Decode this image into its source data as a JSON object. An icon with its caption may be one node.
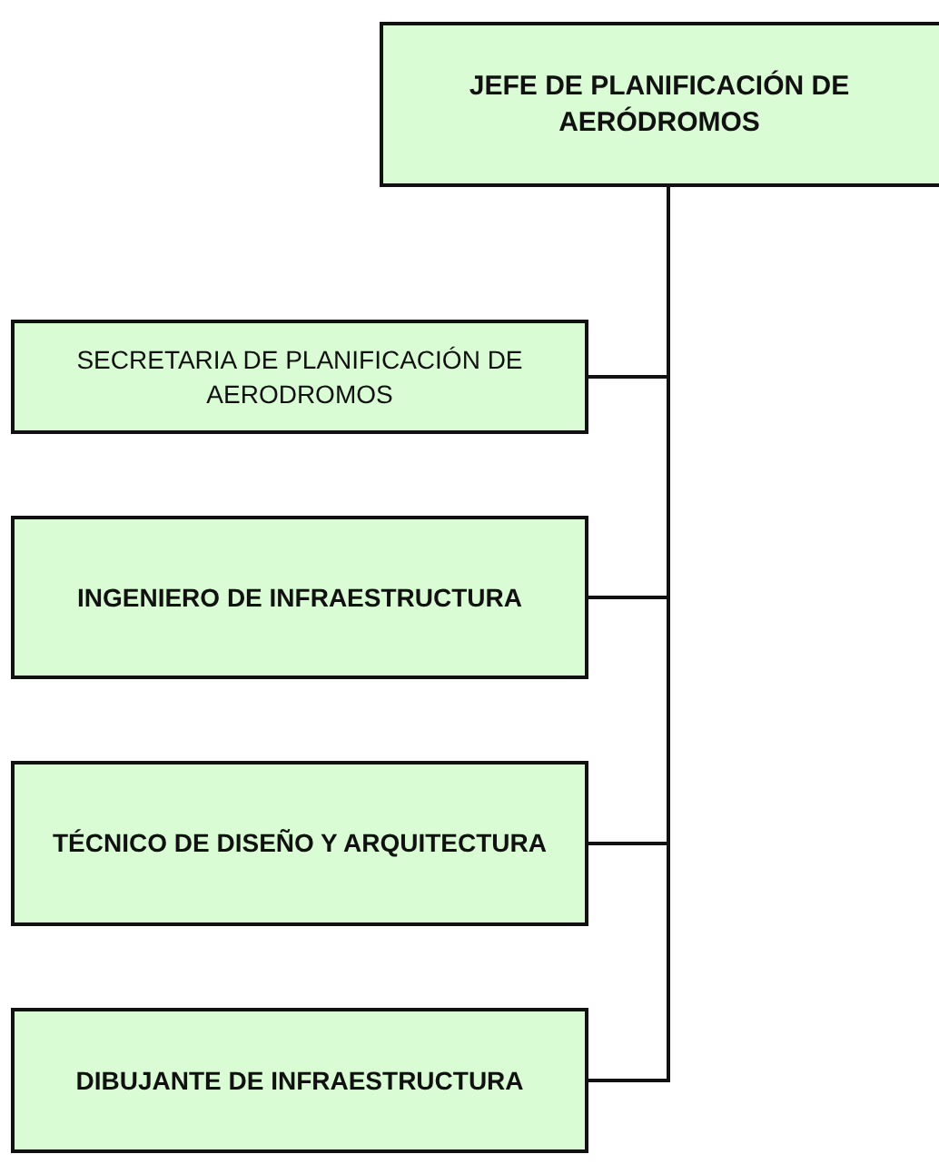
{
  "diagram": {
    "nodes": [
      {
        "text": [
          "JEFE DE PLANIFICACIÓN DE AERÓDROMOS"
        ]
      },
      {
        "text": [
          "SECRETARIA DE PLANIFICACIÓN DE AERODROMOS"
        ]
      },
      {
        "text": [
          "INGENIERO DE INFRAESTRUCTURA"
        ]
      },
      {
        "text": [
          "TÉCNICO DE DISEÑO Y ARQUITECTURA"
        ]
      },
      {
        "text": [
          "DIBUJANTE DE INFRAESTRUCTURA"
        ]
      }
    ],
    "edges": [
      {
        "from": 0,
        "to": 1,
        "arrow": "none"
      },
      {
        "from": 0,
        "to": 2,
        "arrow": "none"
      },
      {
        "from": 0,
        "to": 3,
        "arrow": "none"
      },
      {
        "from": 0,
        "to": 4,
        "arrow": "none"
      }
    ]
  }
}
